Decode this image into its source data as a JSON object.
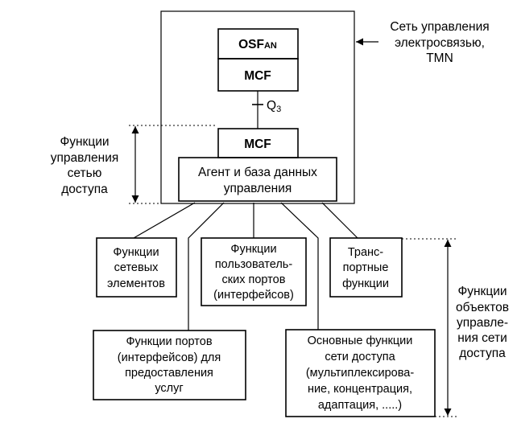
{
  "tmn_label": {
    "lines": [
      "Сеть управления",
      "электросвязью,",
      "TMN"
    ]
  },
  "osf": {
    "main": "OSF",
    "sub": "AN"
  },
  "mcf_top": "MCF",
  "q3": {
    "main": "Q",
    "sub": "3"
  },
  "mcf_bottom": "MCF",
  "agent": {
    "lines": [
      "Агент и база данных",
      "управления"
    ]
  },
  "left_label": {
    "lines": [
      "Функции",
      "управления",
      "сетью",
      "доступа"
    ]
  },
  "right_label": {
    "lines": [
      "Функции",
      "объектов",
      "управле-",
      "ния сети",
      "доступа"
    ]
  },
  "boxes": {
    "network_elements": {
      "lines": [
        "Функции",
        "сетевых",
        "элементов"
      ]
    },
    "user_ports": {
      "lines": [
        "Функции",
        "пользователь-",
        "ских портов",
        "(интерфейсов)"
      ]
    },
    "transport": {
      "lines": [
        "Транс-",
        "портные",
        "функции"
      ]
    },
    "service_ports": {
      "lines": [
        "Функции портов",
        "(интерфейсов) для",
        "предоставления",
        "услуг"
      ]
    },
    "core_functions": {
      "lines": [
        "Основные функции",
        "сети доступа",
        "(мультиплексирова-",
        "ние, концентрация,",
        "адаптация, .....)"
      ]
    }
  }
}
